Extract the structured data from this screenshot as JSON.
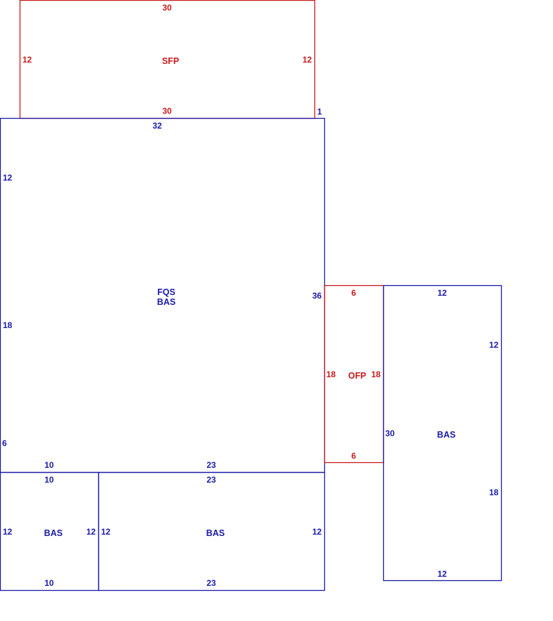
{
  "colors": {
    "living": "#1a1aa8",
    "porch": "#c81a1a"
  },
  "areas": {
    "sfp": {
      "code": "SFP",
      "top": "30",
      "bottom": "30",
      "left": "12",
      "right": "12",
      "corner": "1"
    },
    "main": {
      "code1": "FQS",
      "code2": "BAS",
      "top": "32",
      "right": "36",
      "left_a": "12",
      "left_b": "18",
      "left_c": "6",
      "bottom_a": "10",
      "bottom_b": "23"
    },
    "ofp": {
      "code": "OFP",
      "top": "6",
      "bottom": "6",
      "left": "18",
      "right": "18"
    },
    "east": {
      "code": "BAS",
      "top": "12",
      "bottom": "12",
      "left": "30",
      "right_a": "12",
      "right_b": "18"
    },
    "sw": {
      "code": "BAS",
      "top": "10",
      "bottom": "10",
      "left": "12",
      "right": "12"
    },
    "s": {
      "code": "BAS",
      "top": "23",
      "bottom": "23",
      "left": "12",
      "right": "12"
    }
  }
}
